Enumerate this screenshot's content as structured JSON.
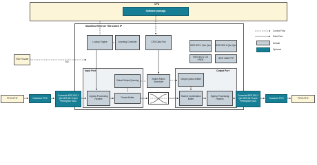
{
  "cpu": {
    "title": "CPU",
    "software_package": "Software package"
  },
  "switch_ip": {
    "title": "Mauritius Ethernet TSN switch IP"
  },
  "blocks": {
    "lookup_engine": "Lookup Engine",
    "learning_controller": "Learning Controller",
    "cpu_data_port": "CPU Data Port",
    "ieee_1": "IEEE 802.1 Qbv Qav",
    "ieee_2": "IEEE 802.1 Qbu Qav",
    "ieee_3": "IEEE 802.1 CB FRER",
    "ieee_4": "IEEE 1588 PTP",
    "virtual_output": "Virtual Output Queuing",
    "switch_fabric": "Switch Fabric Scheduler",
    "output_queue": "Output Queue Arbiter",
    "ingress": "Ingress Processing Pipeline",
    "packet_buffer": "Packet Buffer",
    "shared_buffer": "Shared Combination Buffer",
    "egress": "Egress Processing Pipeline",
    "conn_left": "Connects IEEE 802.1 Qbv 802.3br Frame Preemption MAC",
    "conn_right": "Connects IEEE 802.1 Qbv 802.3br Frame Preemption MAC",
    "customer_pcs_left": "Customer PCS",
    "customer_pcs_right": "Customer PCS",
    "tsn_provider": "TSN Provider",
    "phy_left": "PHY/LPHY",
    "phy_right": "PHY/LPHY"
  },
  "labels": {
    "input_port": "Input Port",
    "output_port": "Output Port",
    "toe": "ToD"
  },
  "legend": {
    "control_flow": "Control Flow",
    "data_flow": "Data Flow",
    "default": "Default",
    "optional": "Optional"
  },
  "colors": {
    "teal": "#177f95",
    "grey": "#c6d1d9",
    "cream": "#fdf5d7"
  }
}
